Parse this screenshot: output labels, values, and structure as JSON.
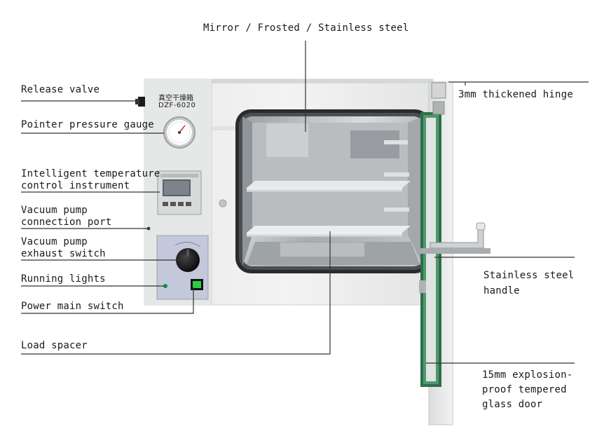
{
  "machine": {
    "name_cn": "真空干燥箱",
    "model": "DZF-6020"
  },
  "labels": {
    "mirror": "Mirror / Frosted / Stainless steel",
    "release_valve": "Release valve",
    "pressure_gauge": "Pointer pressure gauge",
    "temp_control": "Intelligent temperature\ncontrol instrument",
    "vacuum_port": "Vacuum pump\nconnection port",
    "exhaust_switch": "Vacuum pump\nexhaust switch",
    "running_lights": "Running lights",
    "power_switch": "Power main switch",
    "load_spacer": "Load spacer",
    "hinge": "3mm thickened hinge",
    "handle": "Stainless steel\nhandle",
    "glass_door": "15mm explosion-\nproof tempered\nglass door"
  }
}
